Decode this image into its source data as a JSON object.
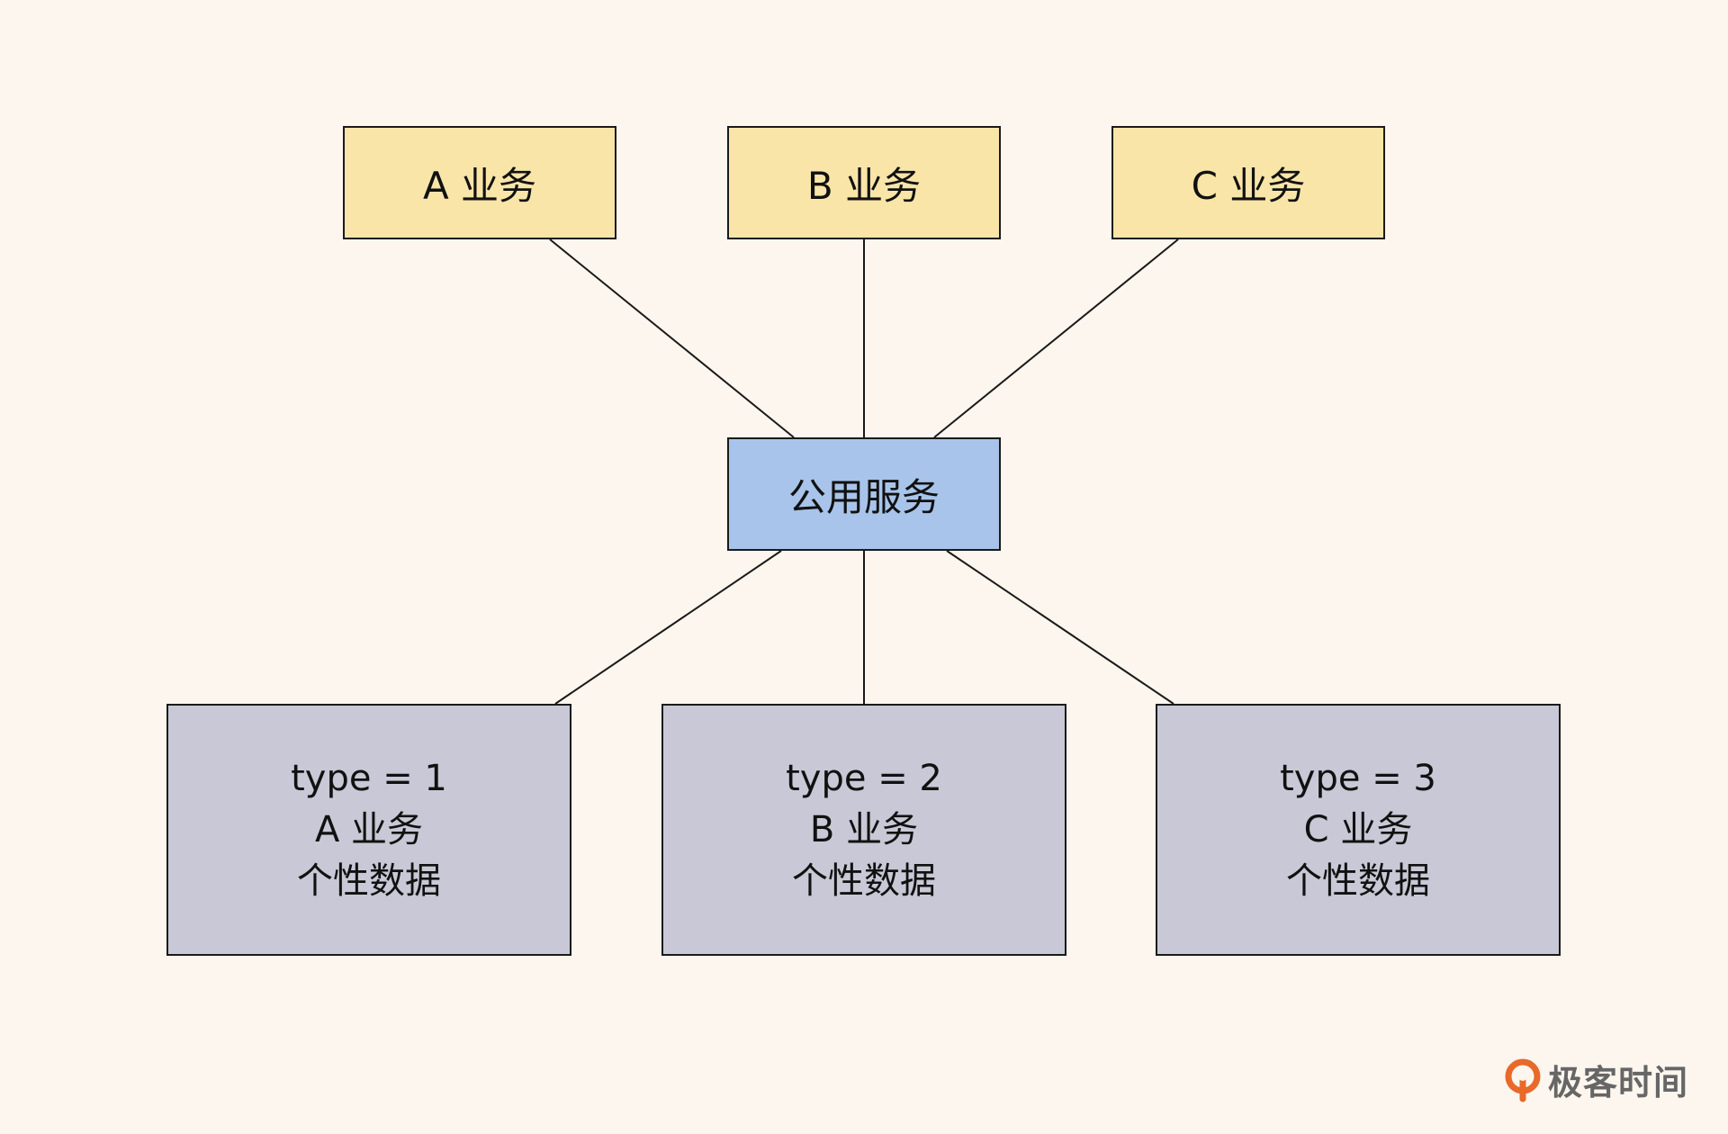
{
  "nodes": {
    "biz_a": "A 业务",
    "biz_b": "B 业务",
    "biz_c": "C 业务",
    "shared_service": "公用服务",
    "data_1": {
      "type_line": "type = 1",
      "biz_line": "A 业务",
      "desc_line": "个性数据"
    },
    "data_2": {
      "type_line": "type = 2",
      "biz_line": "B 业务",
      "desc_line": "个性数据"
    },
    "data_3": {
      "type_line": "type = 3",
      "biz_line": "C 业务",
      "desc_line": "个性数据"
    }
  },
  "logo": {
    "text": "极客时间",
    "icon": "geektime-logo-icon"
  },
  "colors": {
    "background": "#fdf6ee",
    "business_box": "#f9e5a8",
    "service_box": "#a8c4ea",
    "data_box": "#c8c8d6",
    "stroke": "#1a1a1a",
    "logo_accent": "#e8692a"
  }
}
